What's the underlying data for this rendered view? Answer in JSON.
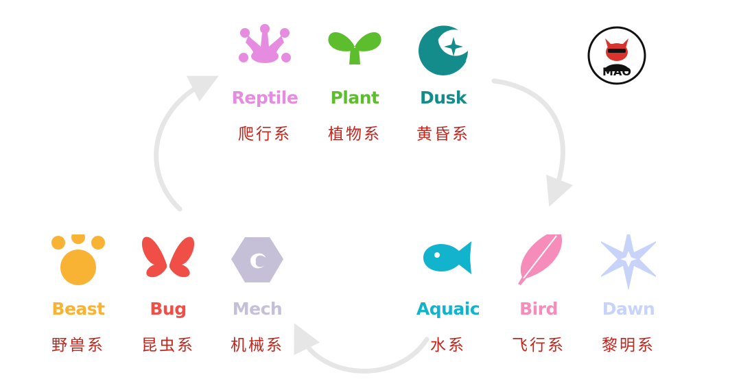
{
  "classes": [
    {
      "key": "reptile",
      "en": "Reptile",
      "cn": "爬行系",
      "color": "#e58be0",
      "icon": "reptile-icon"
    },
    {
      "key": "plant",
      "en": "Plant",
      "cn": "植物系",
      "color": "#5cbe2c",
      "icon": "leaf-icon"
    },
    {
      "key": "dusk",
      "en": "Dusk",
      "cn": "黄昏系",
      "color": "#158c8c",
      "icon": "crescent-moon-icon"
    },
    {
      "key": "beast",
      "en": "Beast",
      "cn": "野兽系",
      "color": "#f8b234",
      "icon": "paw-icon"
    },
    {
      "key": "bug",
      "en": "Bug",
      "cn": "昆虫系",
      "color": "#ef4f46",
      "icon": "butterfly-icon"
    },
    {
      "key": "mech",
      "en": "Mech",
      "cn": "机械系",
      "color": "#c5c0d8",
      "icon": "hex-nut-icon"
    },
    {
      "key": "aquatic",
      "en": "Aquaic",
      "cn": "水系",
      "color": "#12b4cd",
      "icon": "fish-icon"
    },
    {
      "key": "bird",
      "en": "Bird",
      "cn": "飞行系",
      "color": "#f68cb9",
      "icon": "feather-icon"
    },
    {
      "key": "dawn",
      "en": "Dawn",
      "cn": "黎明系",
      "color": "#c7d3f8",
      "icon": "snowflake-star-icon"
    }
  ],
  "colors": {
    "arrow": "#e6e6e6",
    "cn_text": "#c4241b"
  },
  "logo": {
    "icon": "red-dog-mascot-logo",
    "text": "MAO"
  }
}
